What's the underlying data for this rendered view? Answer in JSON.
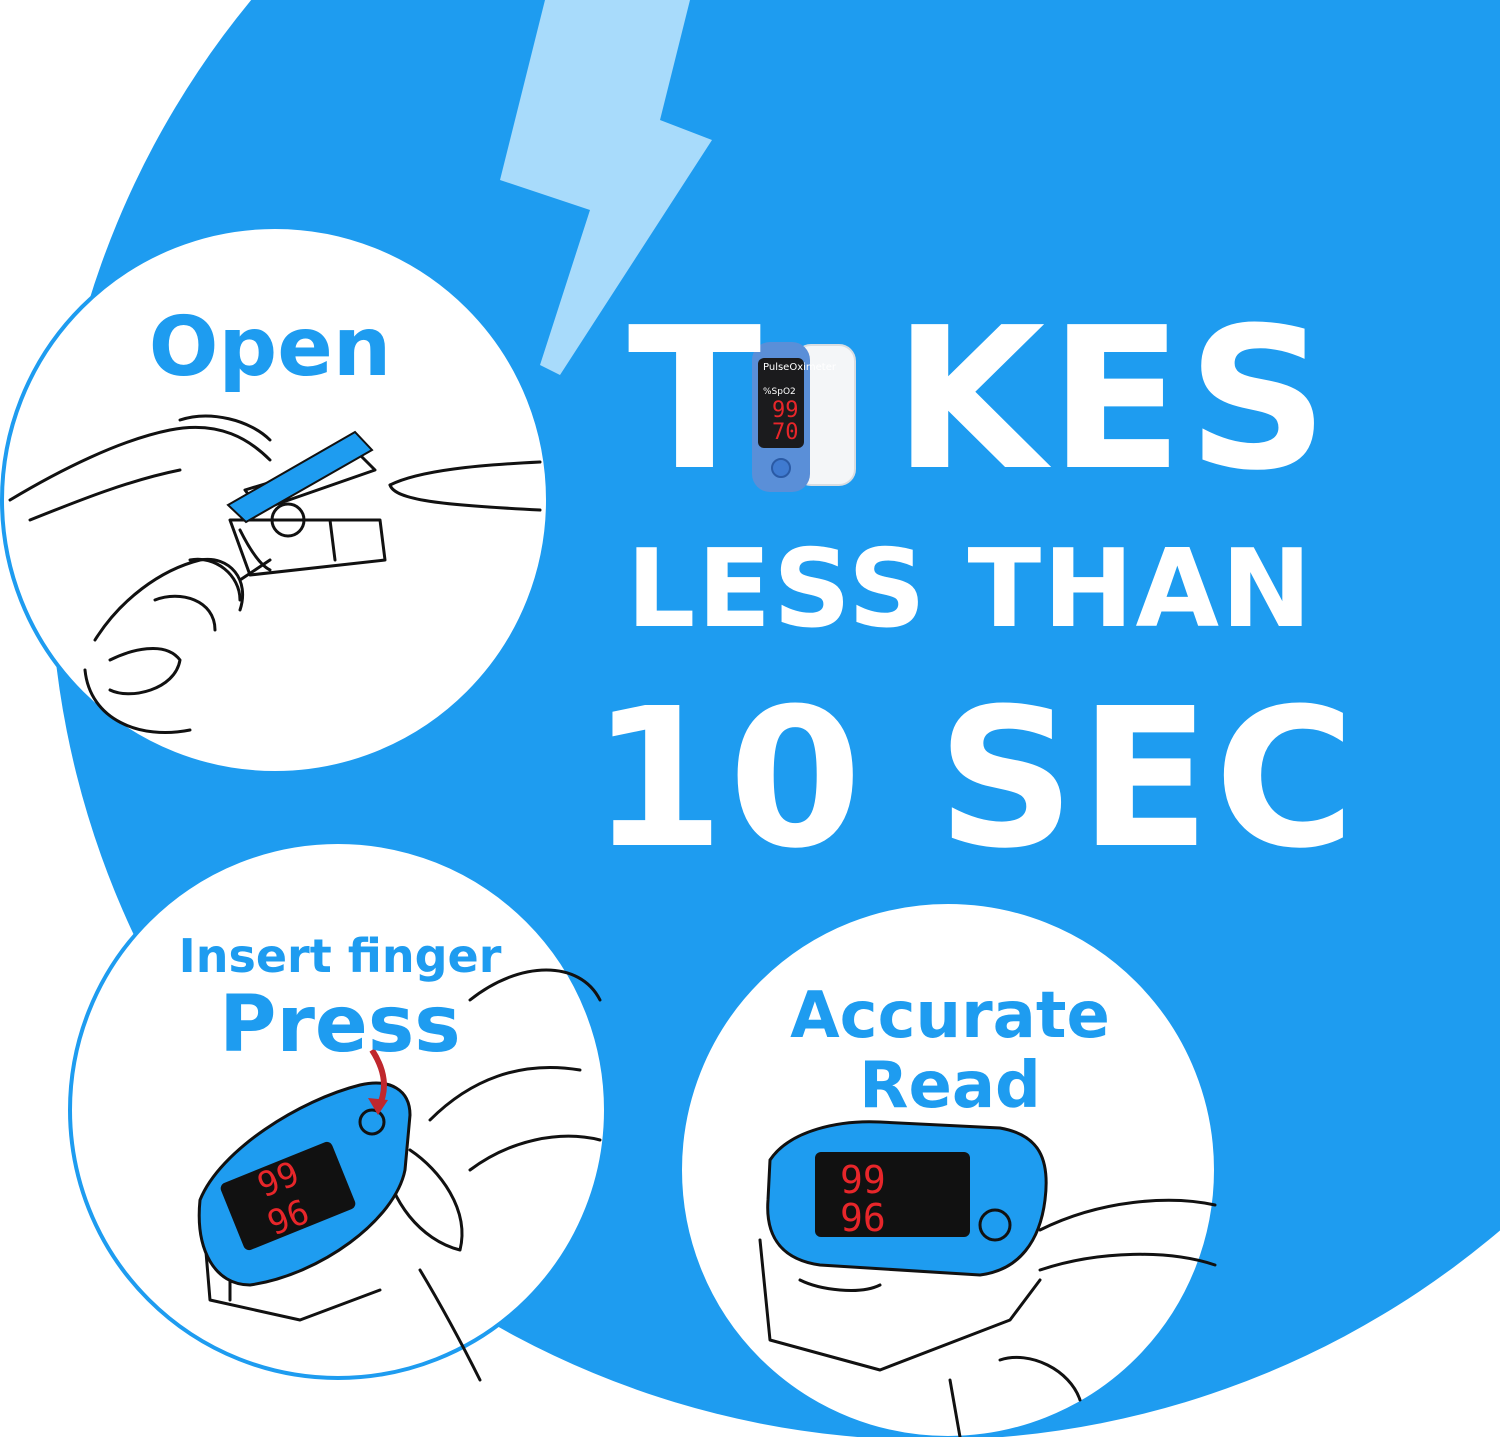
{
  "headline": {
    "line1_before": "T",
    "line1_after": "KES",
    "line2": "LESS THAN",
    "line3": "10 SEC"
  },
  "steps": {
    "open": {
      "label": "Open",
      "icon": "hand-opening-oximeter-icon"
    },
    "insert": {
      "label_top": "Insert finger",
      "label_bottom": "Press",
      "icon": "finger-pressing-button-icon"
    },
    "read": {
      "label_top": "Accurate",
      "label_bottom": "Read",
      "icon": "finger-in-oximeter-reading-icon"
    }
  },
  "device": {
    "brand_text": "PulseOximeter",
    "spo2_text": "%SpO2",
    "display_top": "99",
    "display_bottom": "70",
    "press_display_top": "99",
    "press_display_bottom": "96",
    "read_display_top": "99",
    "read_display_bottom": "96"
  },
  "colors": {
    "primary_blue": "#1e9cf0",
    "light_blue": "#a8dbfb",
    "led_red": "#e8262a",
    "device_blue": "#4a90e2",
    "white": "#ffffff"
  }
}
